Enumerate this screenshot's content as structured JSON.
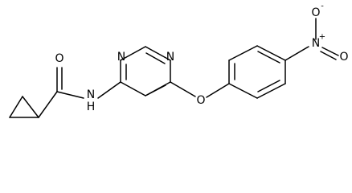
{
  "structure": {
    "atoms": {
      "amide_oxygen": "O",
      "amide_nh": "N",
      "amide_h": "H",
      "pyrimidine_n1": "N",
      "pyrimidine_n3": "N",
      "ether_oxygen": "O",
      "nitro_nitrogen": "N",
      "nitro_plus": "+",
      "nitro_oxygen_top": "O",
      "nitro_minus": "-",
      "nitro_oxygen_right": "O"
    }
  }
}
